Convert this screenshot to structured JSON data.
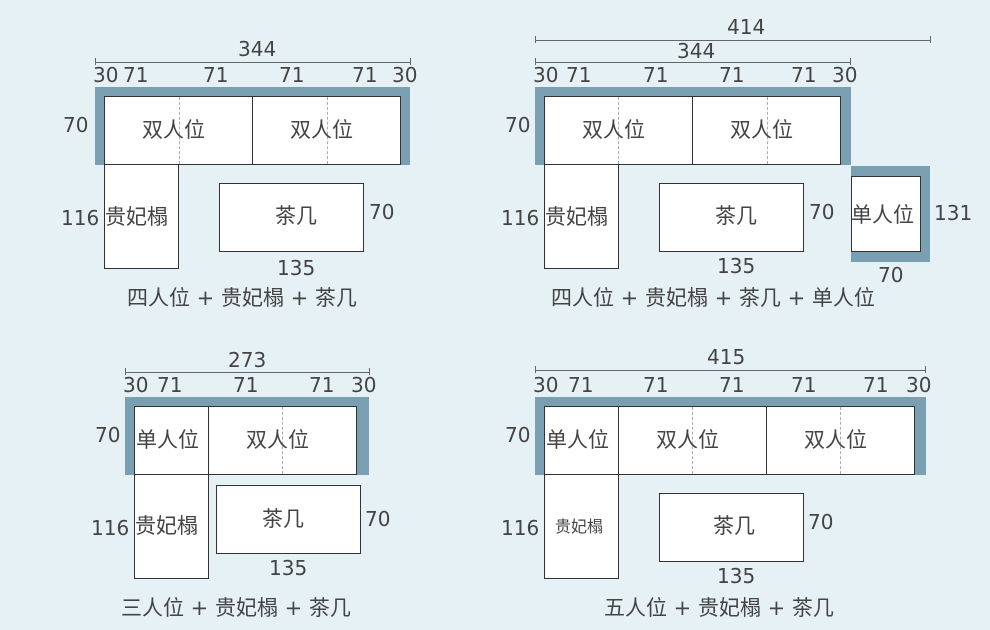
{
  "labels": {
    "two_seat": "双人位",
    "single_seat": "单人位",
    "chaise": "贵妃榻",
    "coffee_table": "茶几"
  },
  "dims": {
    "d30": "30",
    "d71": "71",
    "d70": "70",
    "d116": "116",
    "d131": "131",
    "d135": "135",
    "d273": "273",
    "d344": "344",
    "d414": "414",
    "d415": "415"
  },
  "captions": {
    "layout1": "四人位 + 贵妃榻 + 茶几",
    "layout2": "四人位 + 贵妃榻 + 茶几 + 单人位",
    "layout3": "三人位 + 贵妃榻 + 茶几",
    "layout4": "五人位 + 贵妃榻 + 茶几"
  },
  "colors": {
    "background": "#e6f1f5",
    "frame": "#7a9fb0",
    "seat": "#ffffff"
  }
}
